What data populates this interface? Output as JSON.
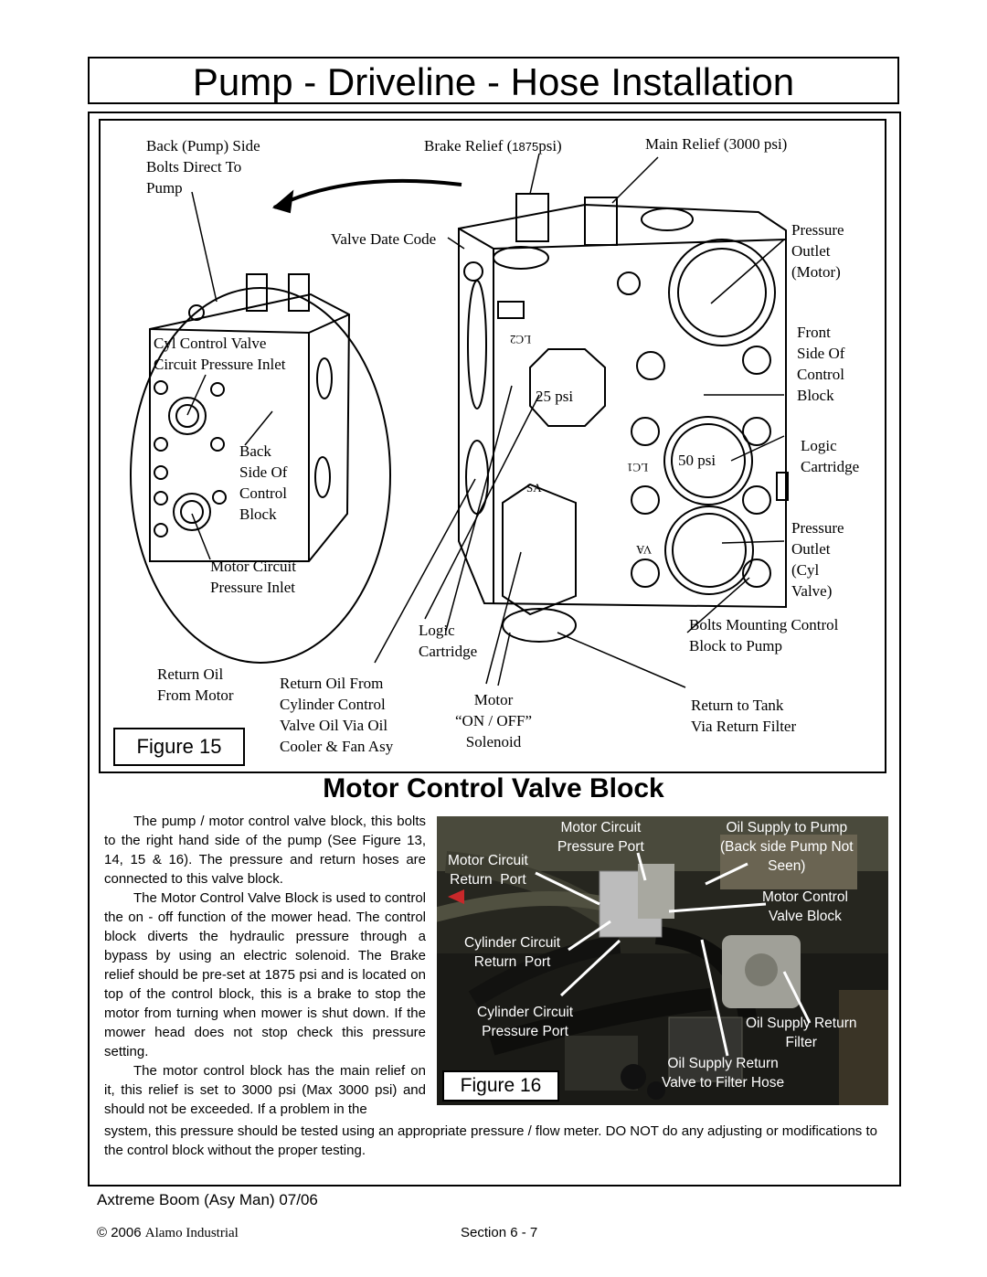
{
  "page_title": "Pump - Driveline - Hose Installation",
  "figure15": {
    "tag": "Figure  15",
    "labels": {
      "back_pump_side": "Back (Pump) Side\nBolts Direct To\nPump",
      "brake_relief_prefix": "Brake Relief (",
      "brake_relief_value": "1875",
      "brake_relief_suffix": "psi)",
      "main_relief": "Main Relief (3000 psi)",
      "valve_date_code": "Valve Date Code",
      "pressure_outlet_motor": "Pressure\nOutlet\n(Motor)",
      "front_side": "Front\nSide Of\nControl\nBlock",
      "logic_cartridge_right": "Logic\nCartridge",
      "pressure_outlet_cyl": "Pressure\nOutlet\n(Cyl\nValve)",
      "bolts_mounting": "Bolts Mounting Control\nBlock to Pump",
      "cyl_control_inlet": "Cyl Control Valve\nCircuit Pressure Inlet",
      "back_side": "Back\nSide Of\nControl\nBlock",
      "motor_circuit_inlet": "Motor Circuit\nPressure Inlet",
      "logic_cartridge_center": "Logic\nCartridge",
      "return_oil_motor": "Return Oil\nFrom Motor",
      "return_oil_cylinder": "Return Oil From\nCylinder Control\nValve Oil Via Oil\nCooler & Fan Asy",
      "motor_solenoid": "Motor\n“ON / OFF”\nSolenoid",
      "return_tank": "Return to Tank\nVia Return Filter",
      "psi_25": "25 psi",
      "psi_50": "50 psi",
      "stamp_lc2": "LC2",
      "stamp_lc1": "LC1",
      "stamp_sa": "SA",
      "stamp_va": "VA"
    }
  },
  "section_title": "Motor Control Valve Block",
  "body": {
    "col_lines": [
      "The pump / motor control valve block, this bolts to the right hand side of the pump (See Figure 13, 14, 15 & 16). The pressure and return hoses are connected to this valve block.",
      "The Motor Control Valve Block is used to control the on - off function of the mower head. The control block diverts the hydraulic pressure through a bypass by using an electric solenoid. The Brake relief should be pre-set at 1875 psi and is located on top of the control block, this is a brake to stop the motor from turning when mower is shut down. If the mower head does not stop check this pressure setting.",
      "The motor control block has the main relief on it, this relief is set to 3000 psi (Max 3000 psi) and should not be exceeded. If a problem in the"
    ],
    "wide_text": "system, this pressure should be tested using an appropriate pressure / flow meter. DO NOT do any adjusting or modifications to the control block without the proper testing."
  },
  "figure16": {
    "tag": "Figure  16",
    "labels": {
      "motor_circuit_pressure": "Motor Circuit\nPressure Port",
      "oil_supply_pump": "Oil Supply to Pump\n(Back side Pump Not\nSeen)",
      "motor_circuit_return": "Motor Circuit\nReturn  Port",
      "motor_control_block": "Motor Control\nValve Block",
      "cylinder_return": "Cylinder Circuit\nReturn  Port",
      "cylinder_pressure": "Cylinder Circuit\nPressure Port",
      "oil_supply_return_filter": "Oil Supply Return\nFilter",
      "oil_supply_return_hose": "Oil Supply Return\nValve to Filter Hose"
    }
  },
  "footer": {
    "manual": "Axtreme  Boom  (Asy Man) 07/06",
    "copyright_sym": "© 2006",
    "company": "Alamo Industrial",
    "section": "Section 6 - 7"
  }
}
